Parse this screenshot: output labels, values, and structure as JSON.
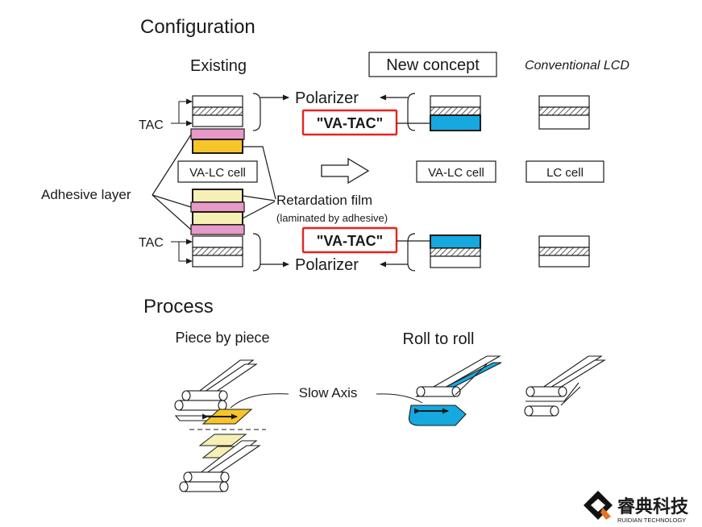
{
  "sections": {
    "configuration": "Configuration",
    "process": "Process"
  },
  "columns": {
    "existing": "Existing",
    "new_concept": "New concept",
    "conventional": "Conventional LCD"
  },
  "labels": {
    "tac_top": "TAC",
    "tac_bottom": "TAC",
    "adhesive_layer": "Adhesive layer",
    "polarizer_top": "Polarizer",
    "polarizer_bottom": "Polarizer",
    "va_tac_top": "\"VA-TAC\"",
    "va_tac_bottom": "\"VA-TAC\"",
    "va_lc_cell_existing": "VA-LC cell",
    "va_lc_cell_new": "VA-LC cell",
    "lc_cell": "LC cell",
    "retardation_film": "Retardation film",
    "retardation_note": "(laminated by adhesive)"
  },
  "process": {
    "piece_by_piece": "Piece by piece",
    "roll_to_roll": "Roll to roll",
    "slow_axis": "Slow Axis"
  },
  "brand": {
    "name_cn": "睿典科技",
    "name_en": "RUIDIAN TECHNOLOGY"
  },
  "colors": {
    "pink_adhesive": "#e79ac8",
    "orange_film": "#f6c52a",
    "yellow_film": "#f7f0b5",
    "blue_va_tac": "#15a9e0",
    "red_highlight": "#e8231e"
  }
}
